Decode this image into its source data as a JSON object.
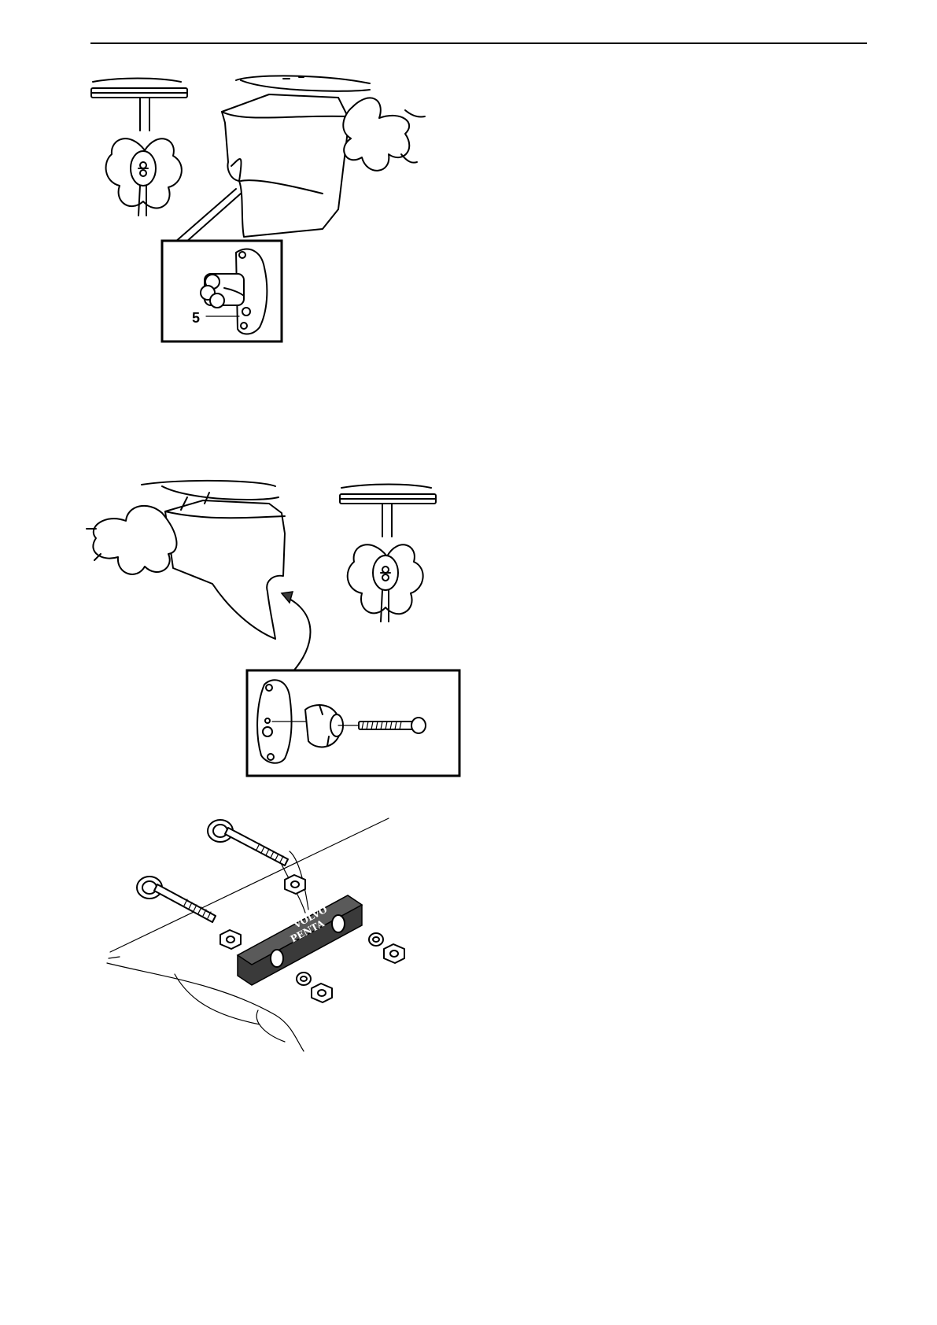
{
  "figure1": {
    "callout_label": "5"
  },
  "figure3": {
    "anode_text_line1": "VOLVO",
    "anode_text_line2": "PENTA"
  }
}
